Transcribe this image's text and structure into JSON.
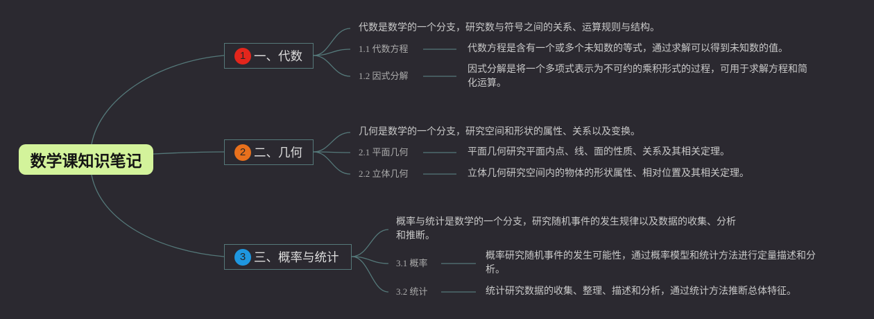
{
  "canvas": {
    "background": "#2b2930",
    "line_color": "#55797a"
  },
  "root": {
    "label": "数学课知识笔记",
    "fill": "#d3f39b"
  },
  "branches": [
    {
      "marker": "1",
      "marker_icon": "priority-marker-icon",
      "marker_color": "#e3261c",
      "label": "一、代数",
      "summary": "代数是数学的一个分支，研究数与符号之间的关系、运算规则与结构。",
      "topics": [
        {
          "label": "1.1 代数方程",
          "desc": "代数方程是含有一个或多个未知数的等式，通过求解可以得到未知数的值。"
        },
        {
          "label": "1.2 因式分解",
          "desc": "因式分解是将一个多项式表示为不可约的乘积形式的过程，可用于求解方程和简化运算。"
        }
      ]
    },
    {
      "marker": "2",
      "marker_icon": "priority-marker-icon",
      "marker_color": "#e8701c",
      "label": "二、几何",
      "summary": "几何是数学的一个分支，研究空间和形状的属性、关系以及变换。",
      "topics": [
        {
          "label": "2.1 平面几何",
          "desc": "平面几何研究平面内点、线、面的性质、关系及其相关定理。"
        },
        {
          "label": "2.2 立体几何",
          "desc": "立体几何研究空间内的物体的形状属性、相对位置及其相关定理。"
        }
      ]
    },
    {
      "marker": "3",
      "marker_icon": "priority-marker-icon",
      "marker_color": "#1e97e0",
      "label": "三、概率与统计",
      "summary": "概率与统计是数学的一个分支，研究随机事件的发生规律以及数据的收集、分析和推断。",
      "topics": [
        {
          "label": "3.1 概率",
          "desc": "概率研究随机事件的发生可能性，通过概率模型和统计方法进行定量描述和分析。"
        },
        {
          "label": "3.2 统计",
          "desc": "统计研究数据的收集、整理、描述和分析，通过统计方法推断总体特征。"
        }
      ]
    }
  ]
}
